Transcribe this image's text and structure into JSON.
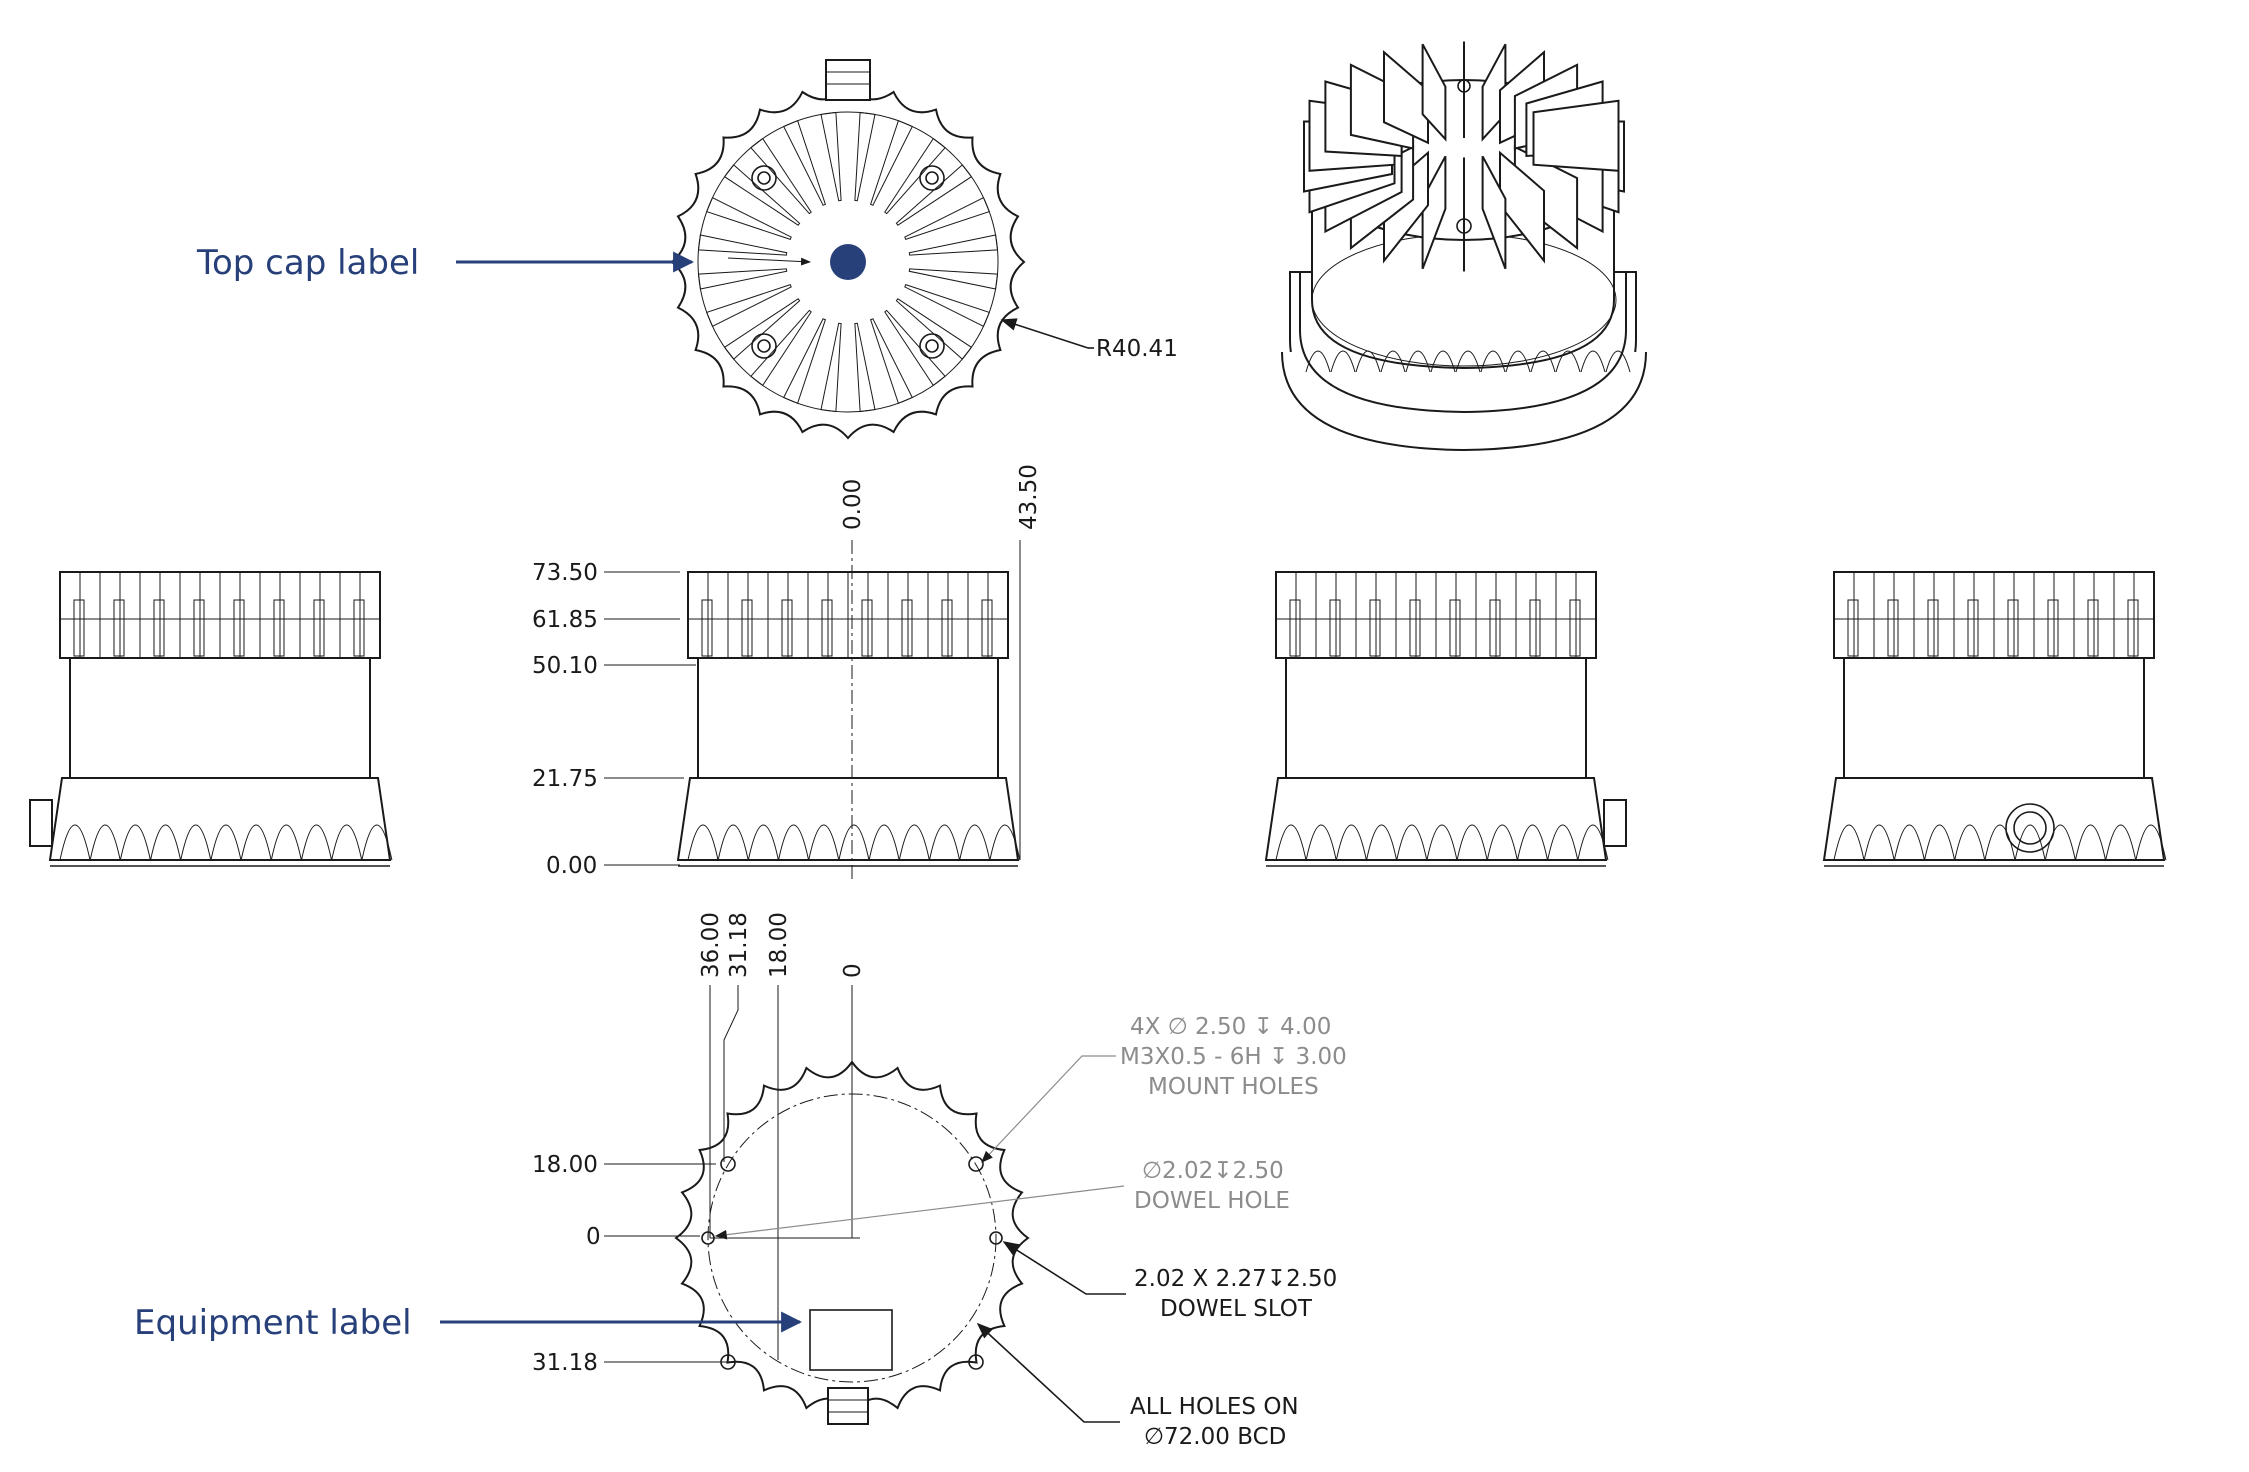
{
  "callouts": {
    "top_cap_label": "Top cap label",
    "equipment_label": "Equipment label"
  },
  "top_view": {
    "radius_dim": "R40.41"
  },
  "side_view": {
    "heights": [
      "73.50",
      "61.85",
      "50.10",
      "21.75",
      "0.00"
    ],
    "center_zero": "0.00",
    "right_extent": "43.50"
  },
  "bottom_view": {
    "x_dims": [
      "36.00",
      "31.18",
      "18.00",
      "0"
    ],
    "y_dims": [
      "18.00",
      "0",
      "31.18"
    ],
    "mount_holes": [
      "4X ∅ 2.50 ↧ 4.00",
      "M3X0.5 - 6H ↧ 3.00",
      "MOUNT HOLES"
    ],
    "dowel_hole": [
      "∅2.02↧2.50",
      "DOWEL HOLE"
    ],
    "dowel_slot": [
      "2.02 X 2.27↧2.50",
      "DOWEL SLOT"
    ],
    "bcd": [
      "ALL HOLES ON",
      "∅72.00 BCD"
    ]
  },
  "colors": {
    "callout": "#27407a",
    "line": "#1a1a1a",
    "note_grey": "#8c8c8c"
  }
}
